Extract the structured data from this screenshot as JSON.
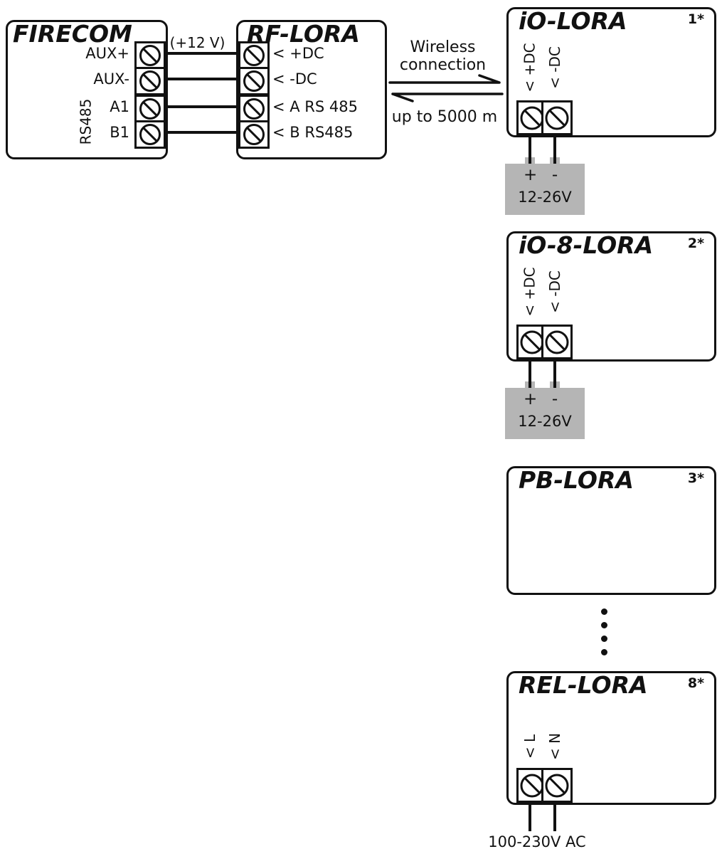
{
  "firecom": {
    "title": "FIRECOM",
    "bus_label": "RS485",
    "terminals": [
      {
        "label": "AUX+"
      },
      {
        "label": "AUX-"
      },
      {
        "label": "A1"
      },
      {
        "label": "B1"
      }
    ]
  },
  "rf_lora": {
    "title": "RF-LORA",
    "terminals": [
      {
        "label": "< +DC"
      },
      {
        "label": "< -DC"
      },
      {
        "label": "< A RS 485"
      },
      {
        "label": "< B RS485"
      }
    ]
  },
  "wiring": {
    "supply_label": "(+12 V)"
  },
  "wireless": {
    "label": "Wireless connection",
    "range": "up to 5000 m"
  },
  "io_lora": {
    "title": "iO-LORA",
    "index": "1*",
    "terminal_plus": "< +DC",
    "terminal_minus": "< -DC",
    "psu": {
      "plus": "+",
      "minus": "-",
      "voltage": "12-26V"
    }
  },
  "io8_lora": {
    "title": "iO-8-LORA",
    "index": "2*",
    "terminal_plus": "< +DC",
    "terminal_minus": "< -DC",
    "psu": {
      "plus": "+",
      "minus": "-",
      "voltage": "12-26V"
    }
  },
  "pb_lora": {
    "title": "PB-LORA",
    "index": "3*"
  },
  "rel_lora": {
    "title": "REL-LORA",
    "index": "8*",
    "terminal_l": "< L",
    "terminal_n": "< N",
    "mains_voltage": "100-230V AC"
  },
  "colors": {
    "line": "#111111",
    "psu_gray": "#b5b5b5"
  }
}
